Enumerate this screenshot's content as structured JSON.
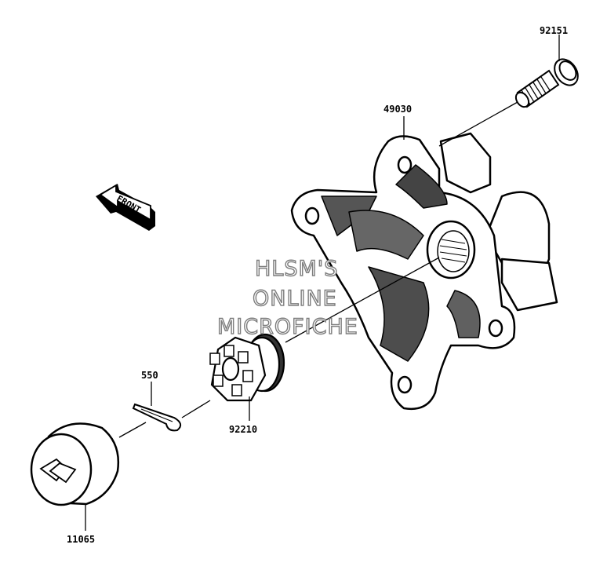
{
  "parts": [
    {
      "id": "hub_bolt",
      "number": "92151"
    },
    {
      "id": "hub",
      "number": "49030"
    },
    {
      "id": "cotter_pin",
      "number": "550"
    },
    {
      "id": "castle_nut",
      "number": "92210"
    },
    {
      "id": "cap",
      "number": "11065"
    }
  ],
  "direction_arrow": {
    "label": "FRONT"
  },
  "watermark": {
    "line1": "HLSM'S",
    "line2": "ONLINE",
    "line3": "MICROFICHE"
  }
}
